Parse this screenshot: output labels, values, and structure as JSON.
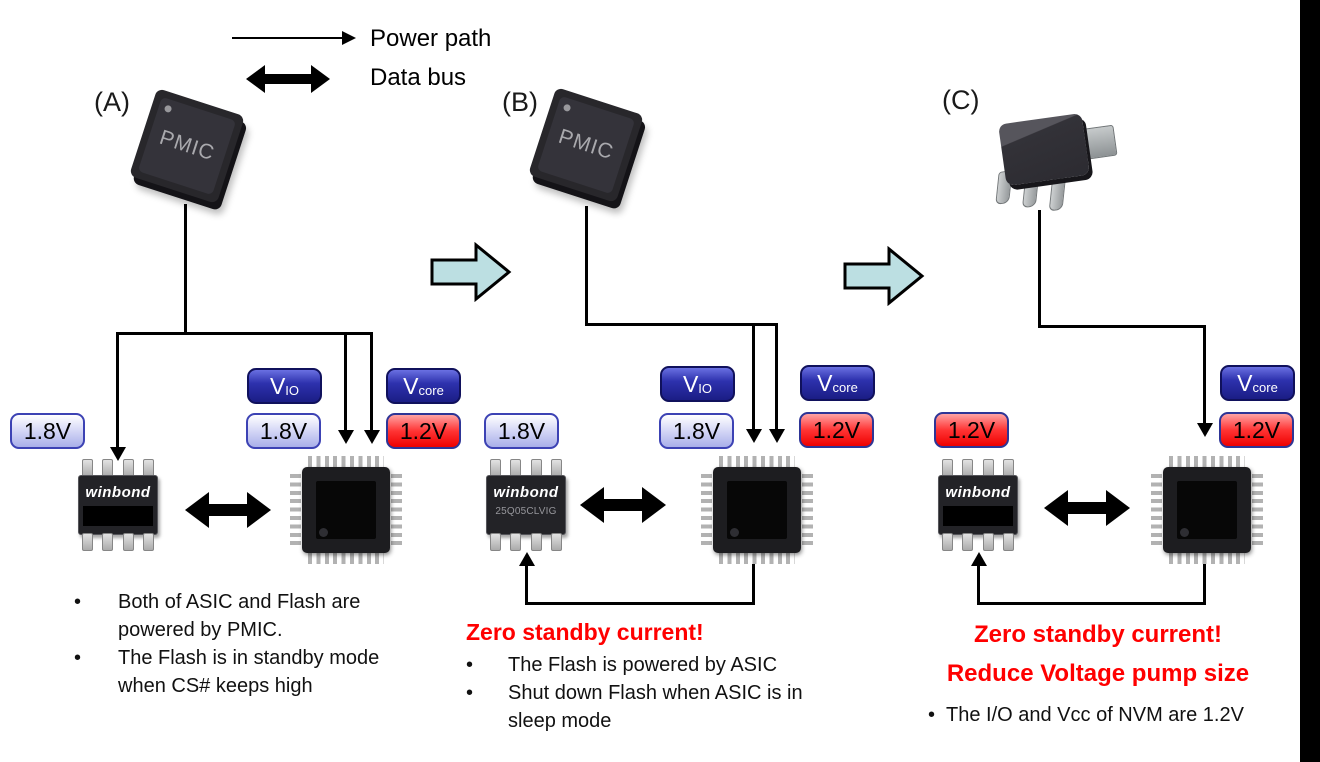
{
  "legend": {
    "power_path_label": "Power path",
    "data_bus_label": "Data bus"
  },
  "colors": {
    "badge_navy": "#2d31ad",
    "badge_lavender": "#a9afe9",
    "badge_red": "#ef0000",
    "block_arrow_fill": "#bcdfe2",
    "highlight_red": "#ff0000"
  },
  "sections": {
    "a": {
      "label": "(A)",
      "pmic_label": "PMIC",
      "flash_supply": "1.8V",
      "vio_name": "V",
      "vio_sub": "IO",
      "vio_value": "1.8V",
      "vcore_name": "V",
      "vcore_sub": "core",
      "vcore_value": "1.2V",
      "flash_brand": "winbond",
      "bullet_1": "Both of ASIC and Flash are powered by PMIC.",
      "bullet_2": "The Flash is in standby mode when CS# keeps high"
    },
    "b": {
      "label": "(B)",
      "pmic_label": "PMIC",
      "flash_supply": "1.8V",
      "vio_name": "V",
      "vio_sub": "IO",
      "vio_value": "1.8V",
      "vcore_name": "V",
      "vcore_sub": "core",
      "vcore_value": "1.2V",
      "flash_brand": "winbond",
      "flash_part": "25Q05CLVIG",
      "highlight": "Zero standby current!",
      "bullet_1": "The Flash is powered by ASIC",
      "bullet_2": "Shut down Flash when ASIC is in sleep mode"
    },
    "c": {
      "label": "(C)",
      "flash_supply": "1.2V",
      "vcore_name": "V",
      "vcore_sub": "core",
      "vcore_value": "1.2V",
      "flash_brand": "winbond",
      "highlight_1": "Zero standby current!",
      "highlight_2": "Reduce Voltage pump size",
      "bullet_1": "The I/O and Vcc of NVM are 1.2V"
    }
  }
}
